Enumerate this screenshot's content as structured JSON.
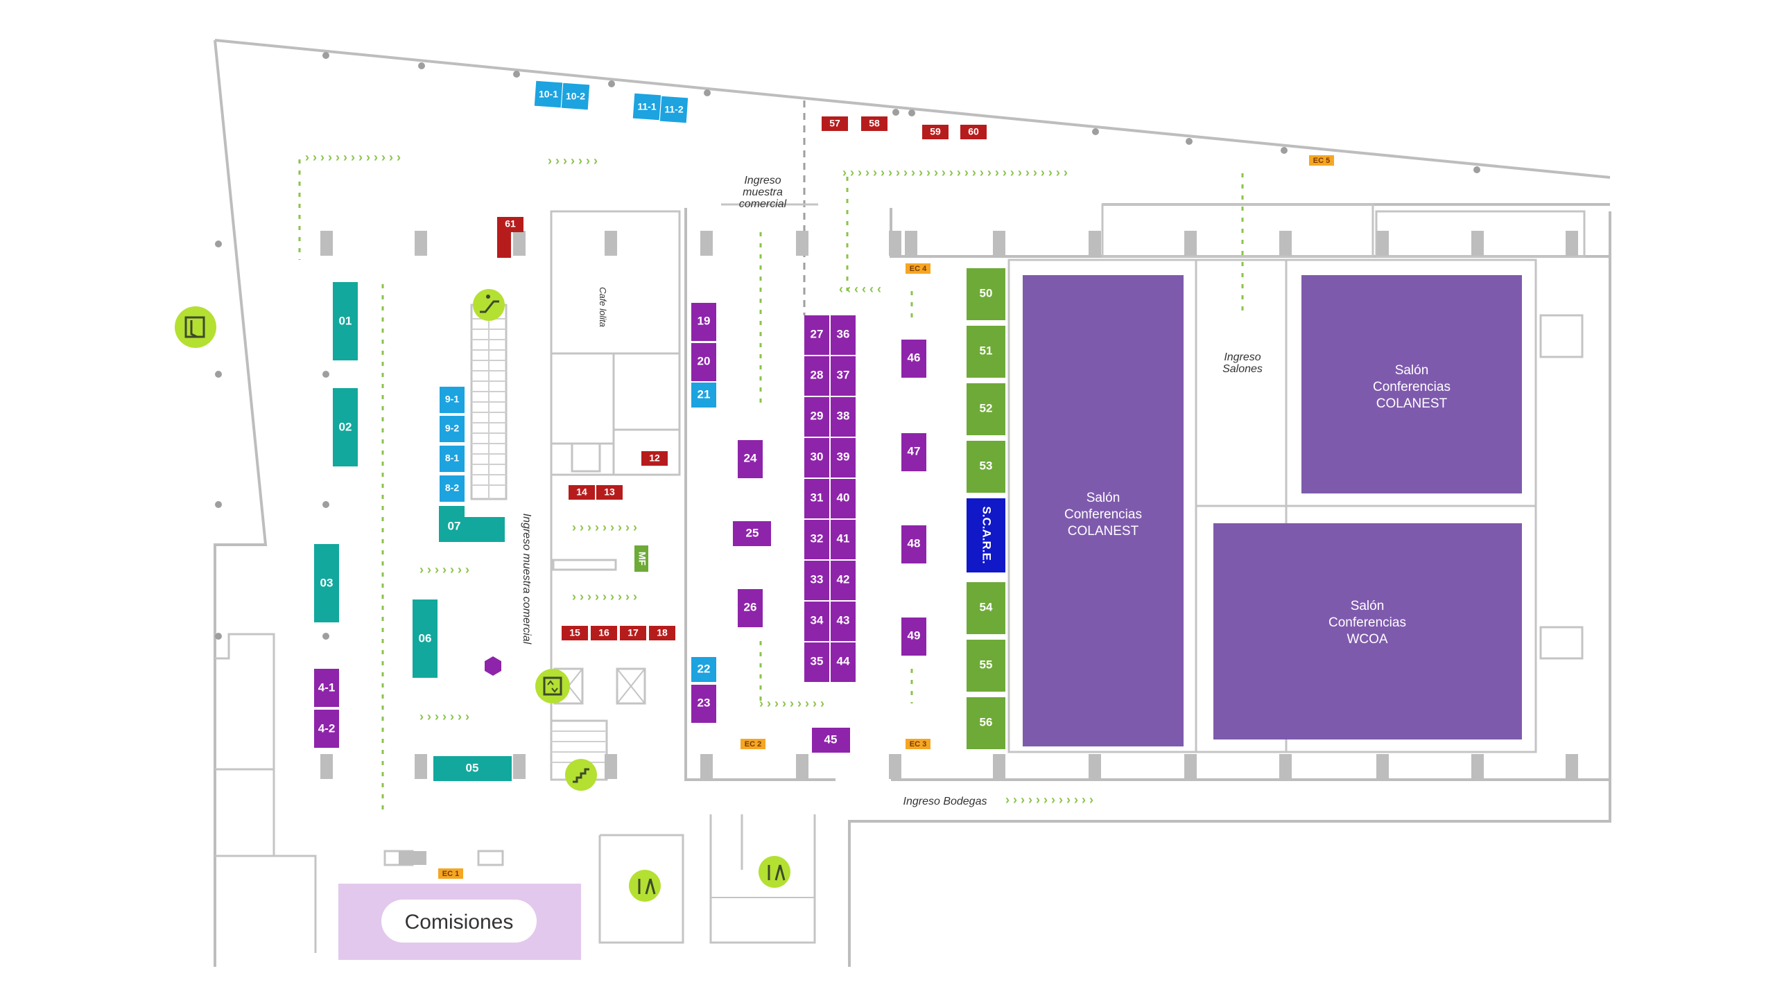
{
  "colors": {
    "teal": "#12a89d",
    "blue": "#1ca3e0",
    "red": "#b71c1c",
    "purple": "#8e24aa",
    "green": "#6eaa38",
    "navy": "#1018c8",
    "hall": "#7e5aad",
    "comisiones_bg": "#e2c8ec",
    "ec_bg": "#f5a623",
    "icon_green": "#b4e032",
    "wall": "#bdbdbd",
    "path_chevron": "#8bc34a"
  },
  "booths": {
    "b01": "01",
    "b02": "02",
    "b03": "03",
    "b05": "05",
    "b06": "06",
    "b07": "07",
    "b4_1": "4-1",
    "b4_2": "4-2",
    "b8_1": "8-1",
    "b8_2": "8-2",
    "b9_1": "9-1",
    "b9_2": "9-2",
    "b10_1": "10-1",
    "b10_2": "10-2",
    "b11_1": "11-1",
    "b11_2": "11-2",
    "b12": "12",
    "b13": "13",
    "b14": "14",
    "b15": "15",
    "b16": "16",
    "b17": "17",
    "b18": "18",
    "b19": "19",
    "b20": "20",
    "b21": "21",
    "b22": "22",
    "b23": "23",
    "b24": "24",
    "b25": "25",
    "b26": "26",
    "b27": "27",
    "b28": "28",
    "b29": "29",
    "b30": "30",
    "b31": "31",
    "b32": "32",
    "b33": "33",
    "b34": "34",
    "b35": "35",
    "b36": "36",
    "b37": "37",
    "b38": "38",
    "b39": "39",
    "b40": "40",
    "b41": "41",
    "b42": "42",
    "b43": "43",
    "b44": "44",
    "b45": "45",
    "b46": "46",
    "b47": "47",
    "b48": "48",
    "b49": "49",
    "b50": "50",
    "b51": "51",
    "b52": "52",
    "b53": "53",
    "b54": "54",
    "b55": "55",
    "b56": "56",
    "b57": "57",
    "b58": "58",
    "b59": "59",
    "b60": "60",
    "b61": "61",
    "mf": "MF",
    "scare": "S.C.A.R.E."
  },
  "halls": {
    "colanest_left": [
      "Salón",
      "Conferencias",
      "COLANEST"
    ],
    "colanest_right": [
      "Salón",
      "Conferencias",
      "COLANEST"
    ],
    "wcoa": [
      "Salón",
      "Conferencias",
      "WCOA"
    ]
  },
  "labels": {
    "ingreso_muestra_top": [
      "Ingreso",
      "muestra",
      "comercial"
    ],
    "ingreso_muestra_side": "Ingreso muestra comercial",
    "ingreso_salones": [
      "Ingreso",
      "Salones"
    ],
    "ingreso_bodegas": "Ingreso Bodegas",
    "cafe": "Cafe lolita",
    "comisiones": "Comisiones"
  },
  "ec": {
    "ec1": "EC 1",
    "ec2": "EC 2",
    "ec3": "EC 3",
    "ec4": "EC 4",
    "ec5": "EC 5"
  },
  "chevrons": {
    "right": "› › › › › › › › › › › › ›",
    "right_short": "› › › › › › ›",
    "right_mid": "› › › › › › › › ›",
    "right_long": "› › › › › › › › › › › › › › › › › › › › › › › › › › › › › ›",
    "right_bodegas": "› › › › › › › › › › › ›",
    "left_short": "‹ ‹ ‹ ‹ ‹ ‹",
    "up_mark": "^",
    "down_mark": "v"
  },
  "icons": {
    "exit": "emergency-exit-icon",
    "escalator": "escalator-icon",
    "elevator": "elevator-icon",
    "stairs": "stairs-icon",
    "restroom": "restroom-icon",
    "info": "info-hexagon-icon"
  }
}
